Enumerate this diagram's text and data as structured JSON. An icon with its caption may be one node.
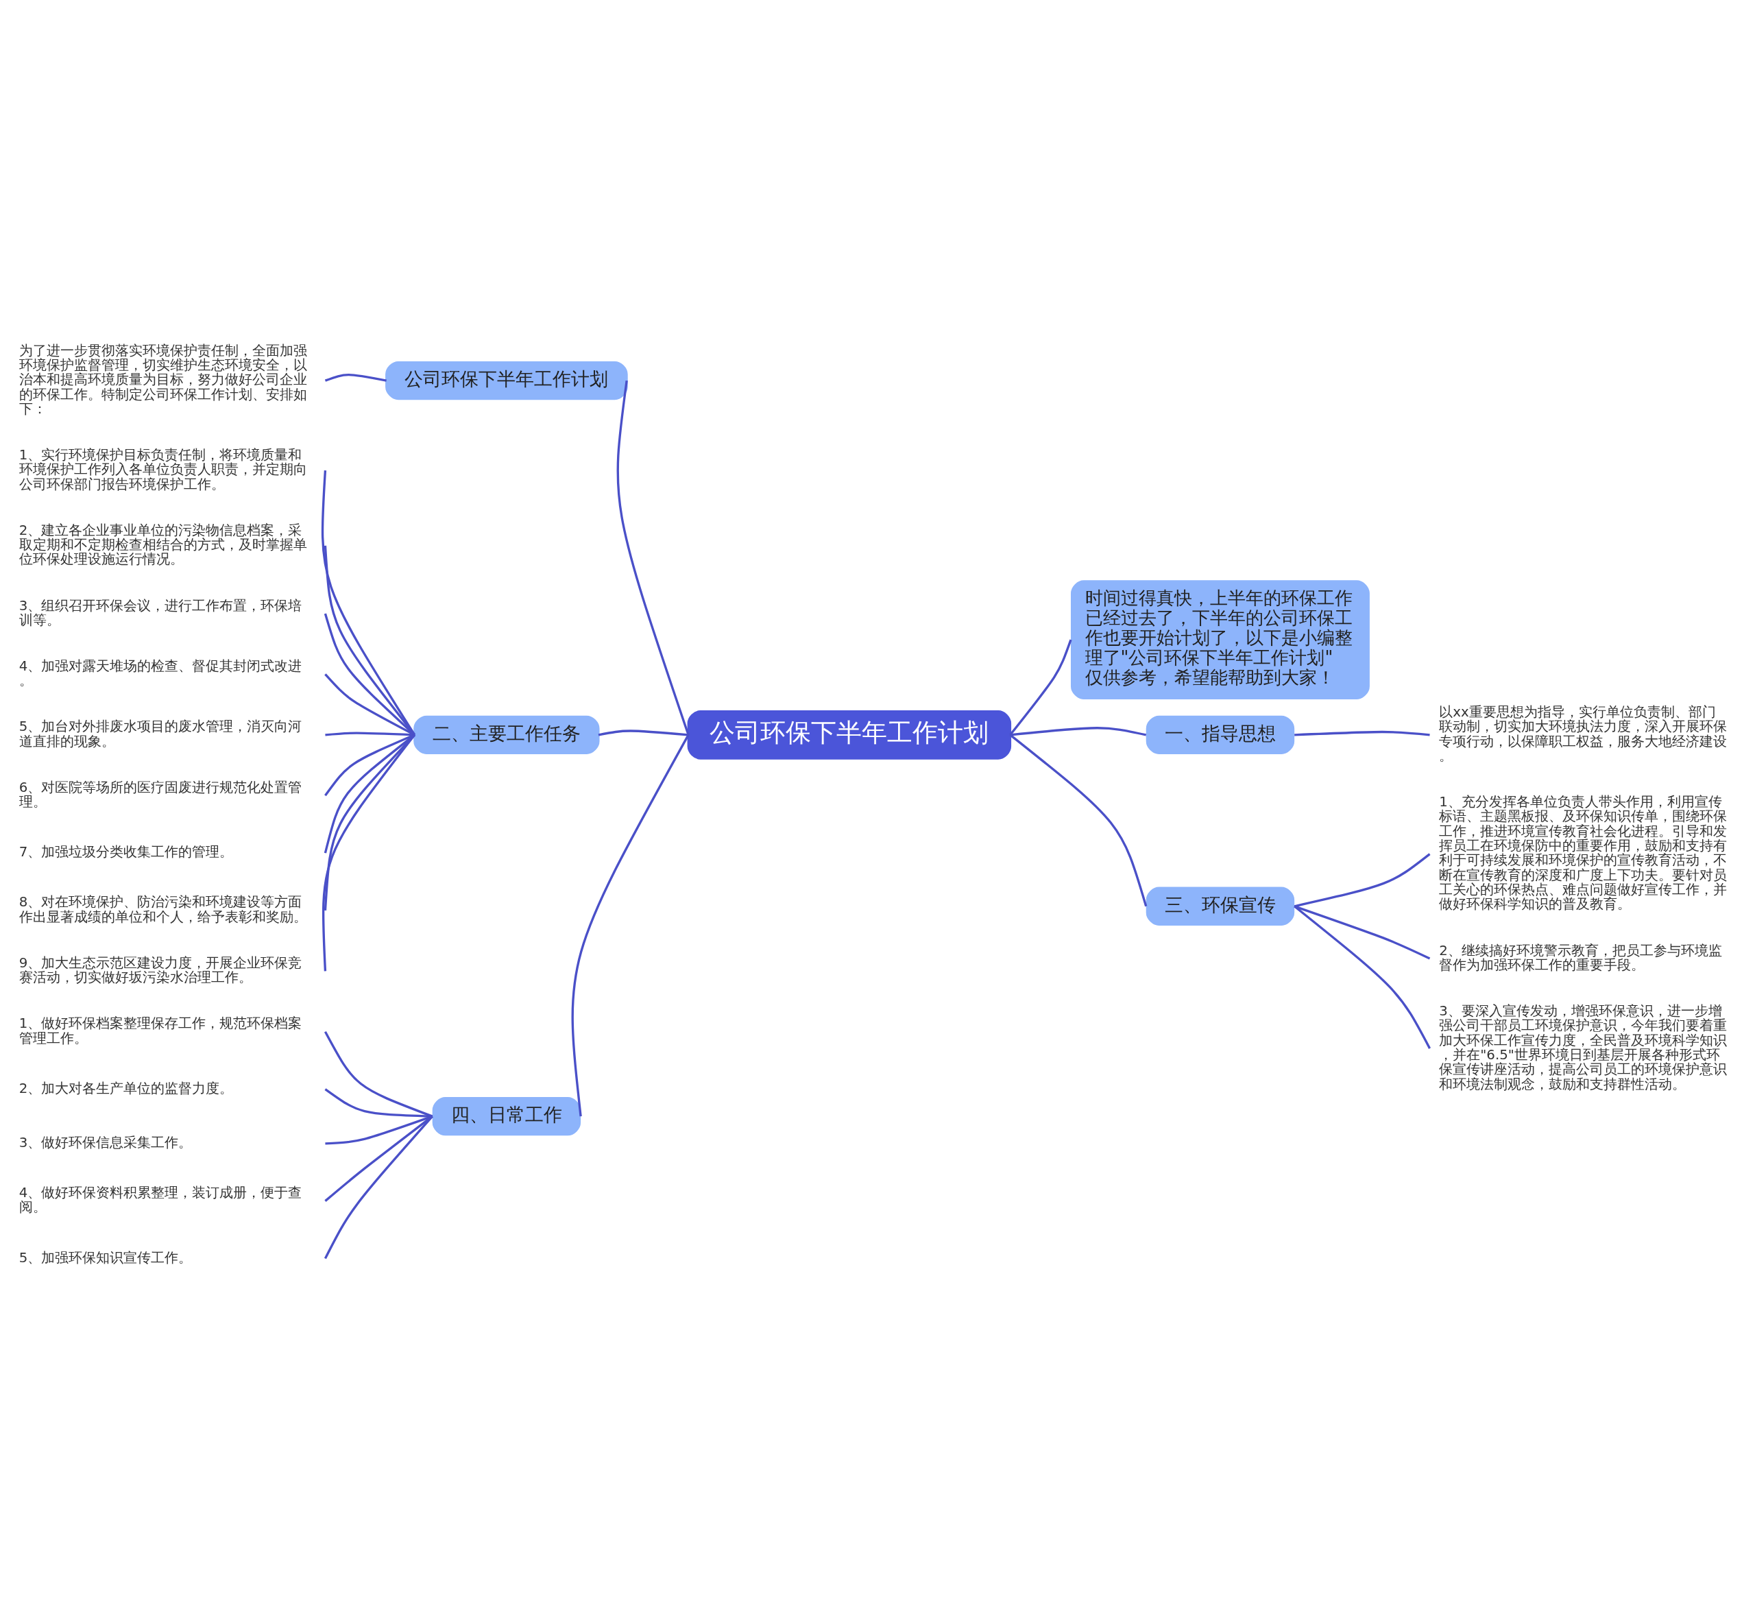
{
  "diagram": {
    "nodes": [
      {
        "text": [
          "公司环保下半年工作计划"
        ]
      },
      {
        "text": [
          "公司环保下半年工作计划"
        ]
      },
      {
        "text": [
          "为了进一步贯彻落实环境保护责任制，全面加强环境保护监督管理，切实维护生态环境安全，以治本和提高环境质量为目标，努力做好公司企业的环保工作。特制定公司环保工作计划、安排如下："
        ]
      },
      {
        "text": [
          "二、主要工作任务"
        ]
      },
      {
        "text": [
          "1、实行环境保护目标负责任制，将环境质量和环境保护工作列入各单位负责人职责，并定期向公司环保部门报告环境保护工作。"
        ]
      },
      {
        "text": [
          "2、建立各企业事业单位的污染物信息档案，采取定期和不定期检查相结合的方式，及时掌握单位环保处理设施运行情况。"
        ]
      },
      {
        "text": [
          "3、组织召开环保会议，进行工作布置，环保培训等。"
        ]
      },
      {
        "text": [
          "4、加强对露天堆场的检查、督促其封闭式改进。"
        ]
      },
      {
        "text": [
          "5、加台对外排废水项目的废水管理，消灭向河道直排的现象。"
        ]
      },
      {
        "text": [
          "6、对医院等场所的医疗固废进行规范化处置管理。"
        ]
      },
      {
        "text": [
          "7、加强垃圾分类收集工作的管理。"
        ]
      },
      {
        "text": [
          "8、对在环境保护、防治污染和环境建设等方面作出显著成绩的单位和个人，给予表彰和奖励。"
        ]
      },
      {
        "text": [
          "9、加大生态示范区建设力度，开展企业环保竞赛活动，切实做好坂污染水治理工作。"
        ]
      },
      {
        "text": [
          "四、日常工作"
        ]
      },
      {
        "text": [
          "1、做好环保档案整理保存工作，规范环保档案管理工作。"
        ]
      },
      {
        "text": [
          "2、加大对各生产单位的监督力度。"
        ]
      },
      {
        "text": [
          "3、做好环保信息采集工作。"
        ]
      },
      {
        "text": [
          "4、做好环保资料积累整理，装订成册，便于查阅。"
        ]
      },
      {
        "text": [
          "5、加强环保知识宣传工作。"
        ]
      },
      {
        "text": [
          "时间过得真快，上半年的环保工作已经过去了，下半年的公司环保工作也要开始计划了，以下是小编整理了\"公司环保下半年工作计划\"仅供参考，希望能帮助到大家！"
        ]
      },
      {
        "text": [
          "一、指导思想"
        ]
      },
      {
        "text": [
          "以xx重要思想为指导，实行单位负责制、部门联动制，切实加大环境执法力度，深入开展环保专项行动，以保障职工权益，服务大地经济建设。"
        ]
      },
      {
        "text": [
          "三、环保宣传"
        ]
      },
      {
        "text": [
          "1、充分发挥各单位负责人带头作用，利用宣传标语、主题黑板报、及环保知识传单，围绕环保工作，推进环境宣传教育社会化进程。引导和发挥员工在环境保防中的重要作用，鼓励和支持有利于可持续发展和环境保护的宣传教育活动，不断在宣传教育的深度和广度上下功夫。要针对员工关心的环保热点、难点问题做好宣传工作，并做好环保科学知识的普及教育。"
        ]
      },
      {
        "text": [
          "2、继续搞好环境警示教育，把员工参与环境监督作为加强环保工作的重要手段。"
        ]
      },
      {
        "text": [
          "3、要深入宣传发动，增强环保意识，进一步增强公司干部员工环境保护意识，今年我们要着重加大环保工作宣传力度，全民普及环境科学知识，并在\"6.5\"世界环境日到基层开展各种形式环保宣传讲座活动，提高公司员工的环境保护意识和环境法制观念，鼓励和支持群性活动。"
        ]
      }
    ],
    "edges": [
      {
        "from": 0,
        "to": 1,
        "arrow": "none"
      },
      {
        "from": 1,
        "to": 2,
        "arrow": "none"
      },
      {
        "from": 0,
        "to": 3,
        "arrow": "none"
      },
      {
        "from": 3,
        "to": 4,
        "arrow": "none"
      },
      {
        "from": 3,
        "to": 5,
        "arrow": "none"
      },
      {
        "from": 3,
        "to": 6,
        "arrow": "none"
      },
      {
        "from": 3,
        "to": 7,
        "arrow": "none"
      },
      {
        "from": 3,
        "to": 8,
        "arrow": "none"
      },
      {
        "from": 3,
        "to": 9,
        "arrow": "none"
      },
      {
        "from": 3,
        "to": 10,
        "arrow": "none"
      },
      {
        "from": 3,
        "to": 11,
        "arrow": "none"
      },
      {
        "from": 3,
        "to": 12,
        "arrow": "none"
      },
      {
        "from": 0,
        "to": 13,
        "arrow": "none"
      },
      {
        "from": 13,
        "to": 14,
        "arrow": "none"
      },
      {
        "from": 13,
        "to": 15,
        "arrow": "none"
      },
      {
        "from": 13,
        "to": 16,
        "arrow": "none"
      },
      {
        "from": 13,
        "to": 17,
        "arrow": "none"
      },
      {
        "from": 13,
        "to": 18,
        "arrow": "none"
      },
      {
        "from": 0,
        "to": 19,
        "arrow": "none"
      },
      {
        "from": 0,
        "to": 20,
        "arrow": "none"
      },
      {
        "from": 20,
        "to": 21,
        "arrow": "none"
      },
      {
        "from": 0,
        "to": 22,
        "arrow": "none"
      },
      {
        "from": 22,
        "to": 23,
        "arrow": "none"
      },
      {
        "from": 22,
        "to": 24,
        "arrow": "none"
      },
      {
        "from": 22,
        "to": 25,
        "arrow": "none"
      }
    ]
  }
}
